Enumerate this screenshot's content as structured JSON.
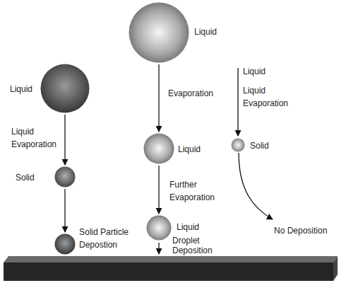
{
  "diagram": {
    "nodes": [
      {
        "text": [
          "Liquid"
        ]
      },
      {
        "text": [
          "Solid"
        ]
      },
      {
        "text": [
          "Solid Particle Depostion"
        ]
      },
      {
        "text": [
          "Liquid"
        ]
      },
      {
        "text": [
          "Liquid"
        ]
      },
      {
        "text": [
          "Liquid"
        ]
      },
      {
        "text": [
          "Solid"
        ]
      }
    ],
    "edges": [
      {
        "from": 0,
        "to": 1,
        "arrow": "to",
        "label": "Liquid Evaporation"
      },
      {
        "from": 1,
        "to": 2,
        "arrow": "to"
      },
      {
        "from": 3,
        "to": 4,
        "arrow": "to",
        "label": "Evaporation"
      },
      {
        "from": 4,
        "to": 5,
        "arrow": "to",
        "label": "Further Evaporation"
      }
    ],
    "labels": [
      "Liquid",
      "Liquid Evaporation",
      "No Deposition",
      "Droplet Deposition"
    ]
  }
}
